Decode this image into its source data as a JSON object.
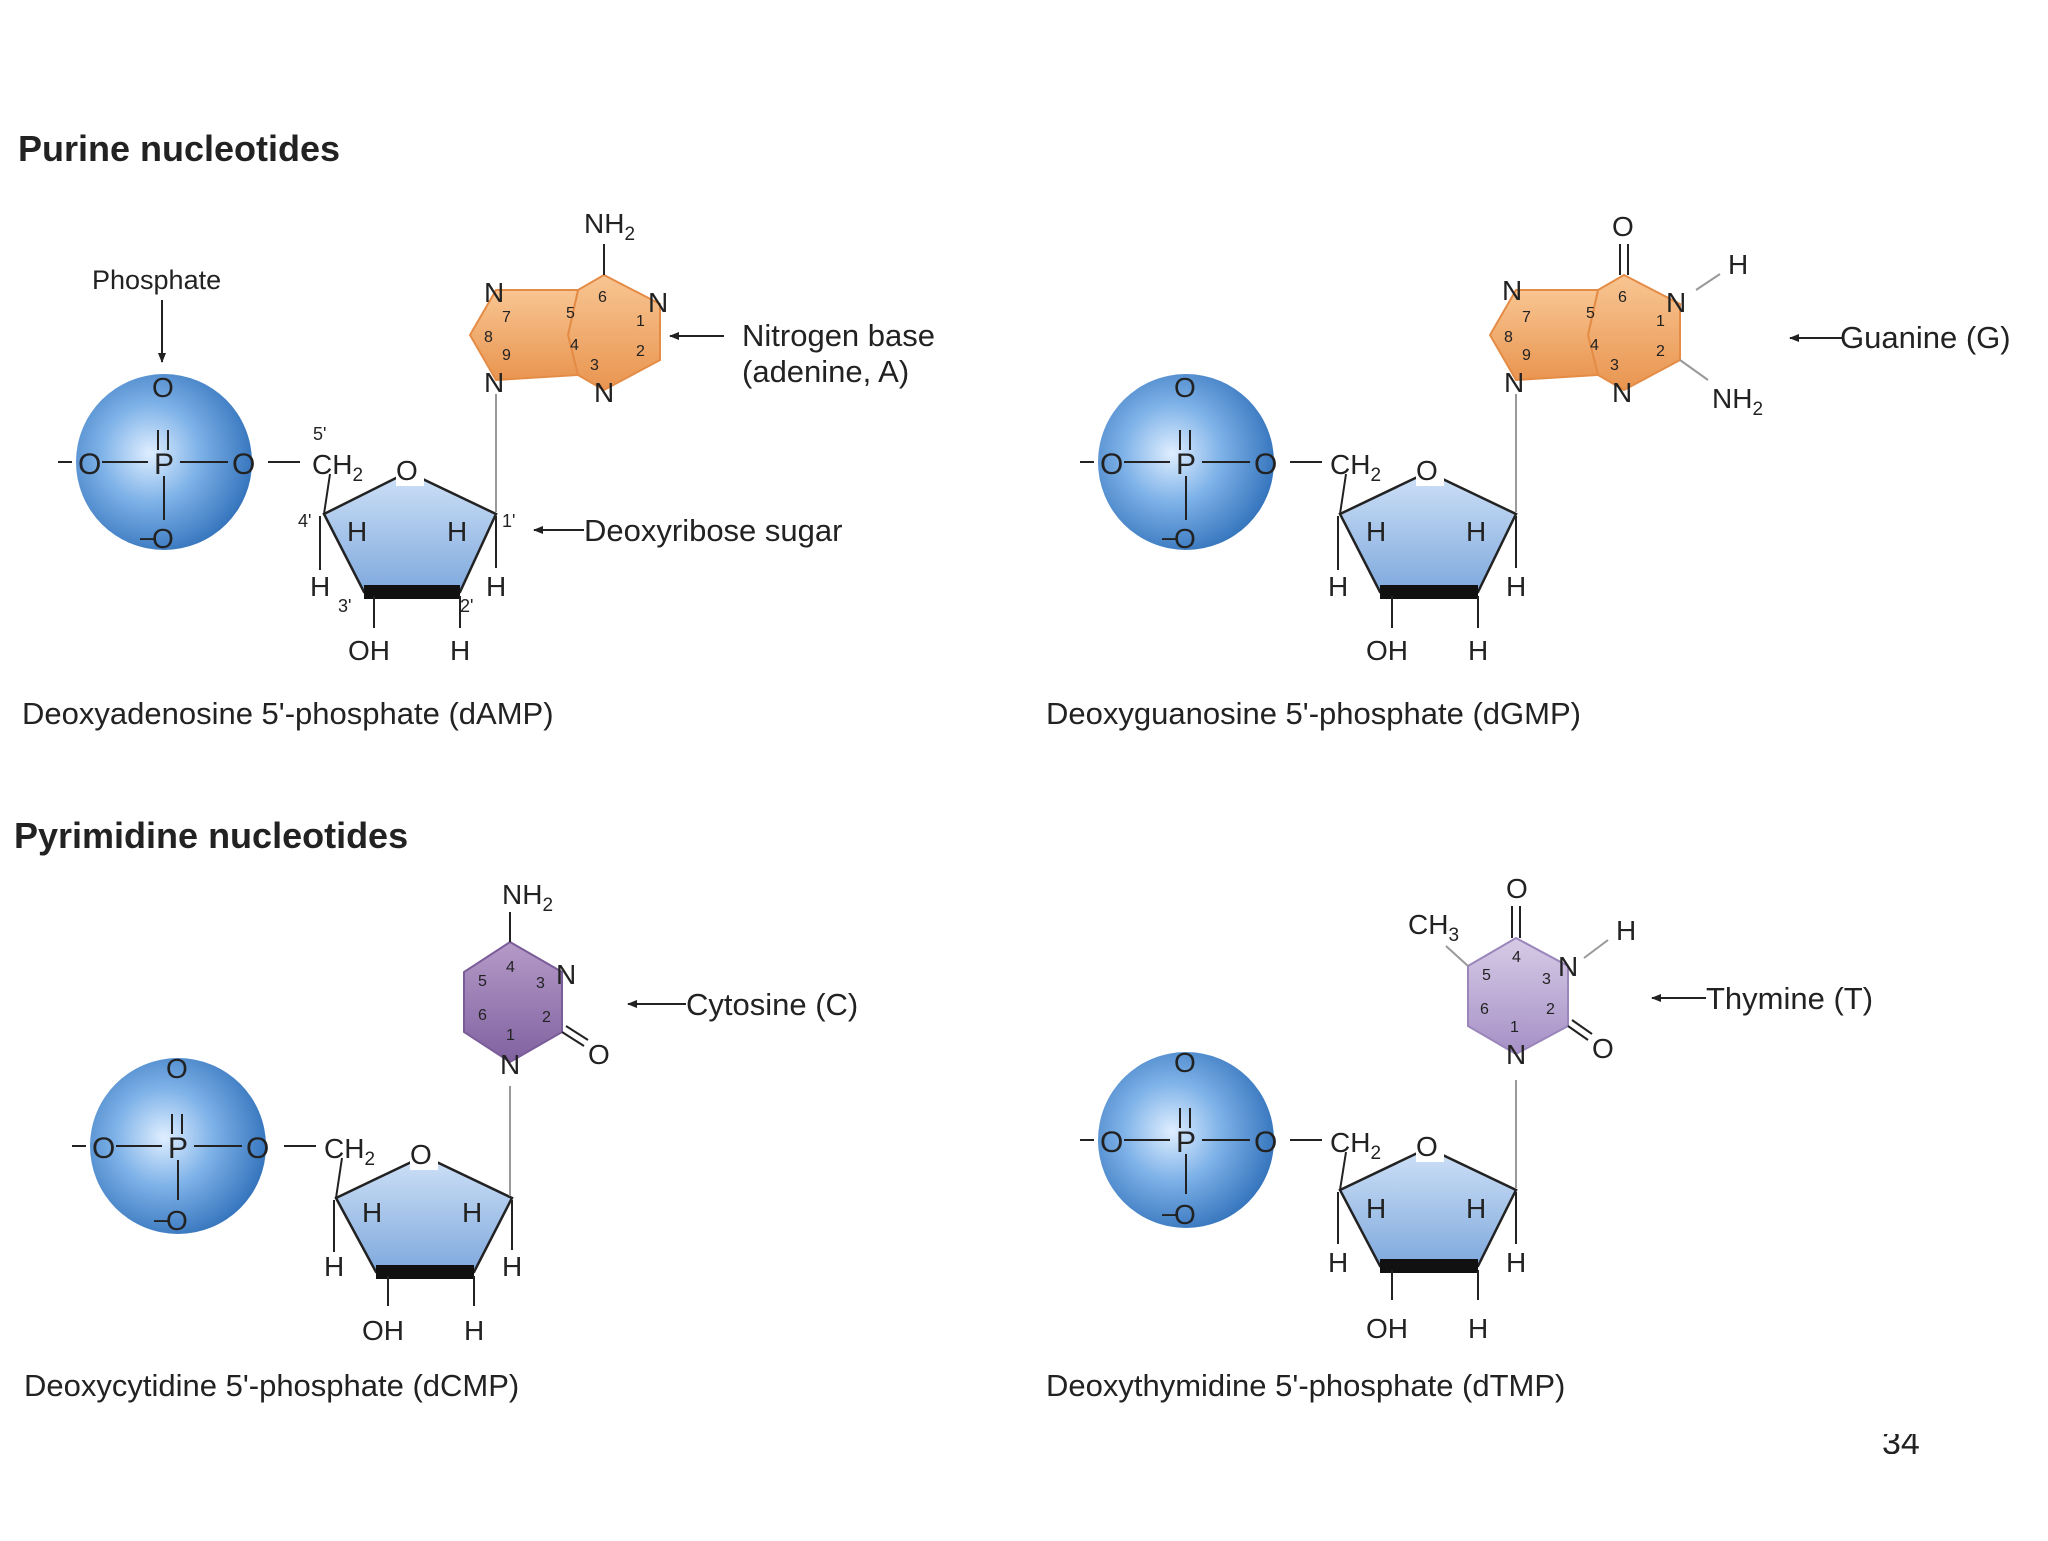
{
  "colors": {
    "phosphate_blue": "#4f8fd2",
    "sugar_blue": "#8db6e6",
    "purine_orange": "#f0a868",
    "cytosine_purple": "#9878ae",
    "thymine_purple": "#b8a6d2",
    "ink": "#222222",
    "line_gray": "#999999"
  },
  "sections": {
    "purine_title": "Purine nucleotides",
    "pyrimidine_title": "Pyrimidine nucleotides"
  },
  "callouts": {
    "phosphate": "Phosphate",
    "nitrogen_base_l1": "Nitrogen base",
    "nitrogen_base_l2": "(adenine, A)",
    "deoxyribose": "Deoxyribose sugar",
    "guanine": "Guanine (G)",
    "cytosine": "Cytosine (C)",
    "thymine": "Thymine (T)"
  },
  "captions": {
    "damp": "Deoxyadenosine 5'-phosphate (dAMP)",
    "dgmp": "Deoxyguanosine 5'-phosphate (dGMP)",
    "dcmp": "Deoxycytidine 5'-phosphate (dCMP)",
    "dtmp": "Deoxythymidine 5'-phosphate (dTMP)"
  },
  "labels": {
    "P": "P",
    "O": "O",
    "N": "N",
    "H": "H",
    "OH": "OH",
    "ch2": "CH",
    "ch3": "CH",
    "nh2": "NH",
    "sub2": "2",
    "sub3": "3",
    "minus": "–",
    "pos5p": "5'",
    "pos4p": "4'",
    "pos3p": "3'",
    "pos2p": "2'",
    "pos1p": "1'",
    "n1": "1",
    "n2": "2",
    "n3": "3",
    "n4": "4",
    "n5": "5",
    "n6": "6",
    "n7": "7",
    "n8": "8",
    "n9": "9"
  },
  "page_number": "34"
}
